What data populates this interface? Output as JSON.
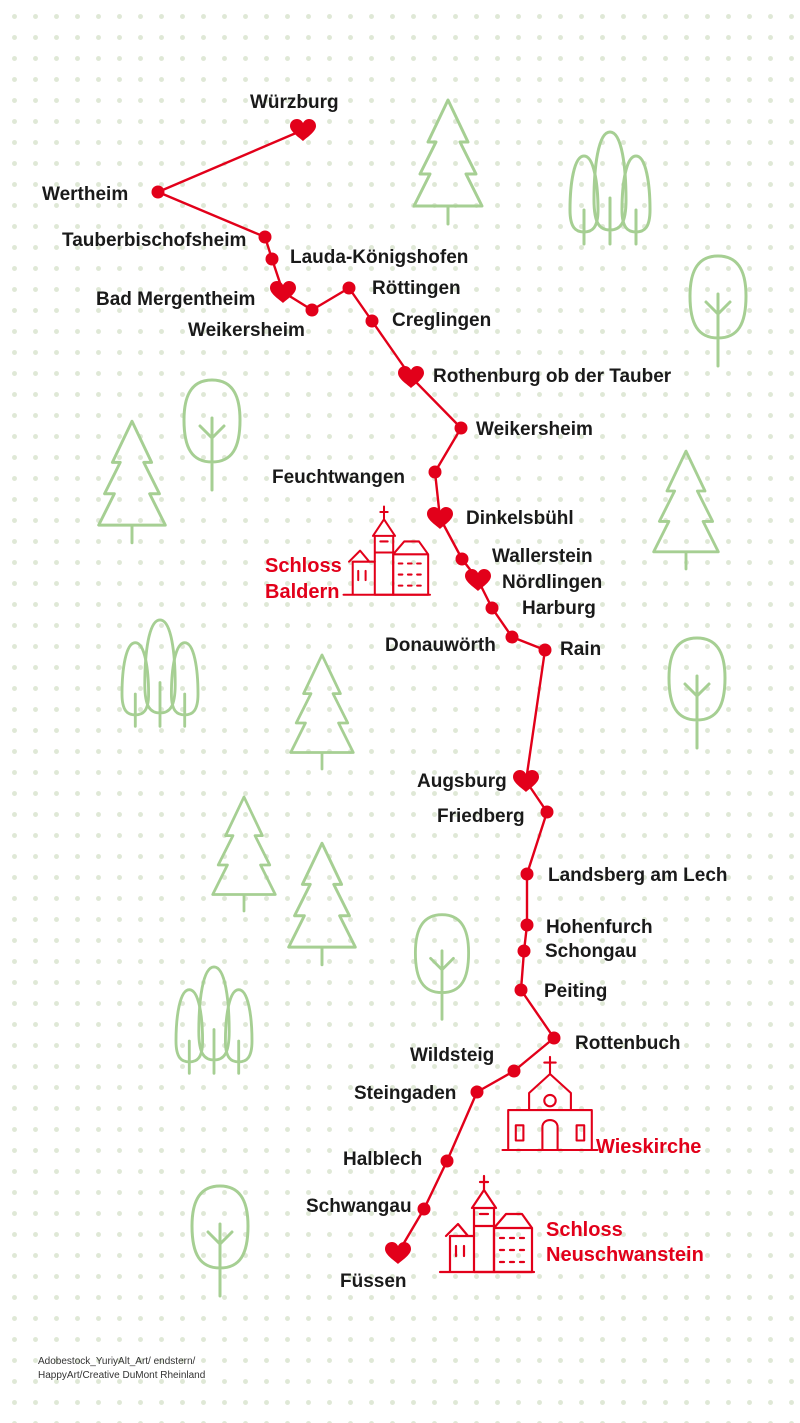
{
  "colors": {
    "route": "#e2001a",
    "label": "#1a1a1a",
    "sight": "#e2001a",
    "tree": "#a6cf93",
    "dot_pattern": "#dfe8d6",
    "background": "#ffffff"
  },
  "stops": [
    {
      "name": "Würzburg",
      "marker": "heart-icon"
    },
    {
      "name": "Wertheim",
      "marker": "dot"
    },
    {
      "name": "Tauberbischofsheim",
      "marker": "dot"
    },
    {
      "name": "Lauda-Königshofen",
      "marker": "dot"
    },
    {
      "name": "Bad Mergentheim",
      "marker": "heart-icon"
    },
    {
      "name": "Weikersheim",
      "marker": "dot"
    },
    {
      "name": "Röttingen",
      "marker": "dot"
    },
    {
      "name": "Creglingen",
      "marker": "dot"
    },
    {
      "name": "Rothenburg ob der Tauber",
      "marker": "heart-icon"
    },
    {
      "name": "Weikersheim",
      "marker": "dot"
    },
    {
      "name": "Feuchtwangen",
      "marker": "dot"
    },
    {
      "name": "Dinkelsbühl",
      "marker": "heart-icon"
    },
    {
      "name": "Wallerstein",
      "marker": "dot"
    },
    {
      "name": "Nördlingen",
      "marker": "heart-icon"
    },
    {
      "name": "Harburg",
      "marker": "dot"
    },
    {
      "name": "Donauwörth",
      "marker": "dot"
    },
    {
      "name": "Rain",
      "marker": "dot"
    },
    {
      "name": "Augsburg",
      "marker": "heart-icon"
    },
    {
      "name": "Friedberg",
      "marker": "dot"
    },
    {
      "name": "Landsberg am Lech",
      "marker": "dot"
    },
    {
      "name": "Hohenfurch",
      "marker": "dot"
    },
    {
      "name": "Schongau",
      "marker": "dot"
    },
    {
      "name": "Peiting",
      "marker": "dot"
    },
    {
      "name": "Rottenbuch",
      "marker": "dot"
    },
    {
      "name": "Wildsteig",
      "marker": "dot"
    },
    {
      "name": "Steingaden",
      "marker": "dot"
    },
    {
      "name": "Halblech",
      "marker": "dot"
    },
    {
      "name": "Schwangau",
      "marker": "dot"
    },
    {
      "name": "Füssen",
      "marker": "heart-icon"
    }
  ],
  "sights": [
    {
      "lines": [
        "Schloss",
        "Baldern"
      ],
      "icon": "castle-icon"
    },
    {
      "lines": [
        "Wieskirche"
      ],
      "icon": "church-icon"
    },
    {
      "lines": [
        "Schloss",
        "Neuschwanstein"
      ],
      "icon": "castle-icon"
    }
  ],
  "credit": {
    "line1": "Adobestock_YuriyAlt_Art/ endstern/",
    "line2": "HappyArt/Creative DuMont Rheinland"
  }
}
